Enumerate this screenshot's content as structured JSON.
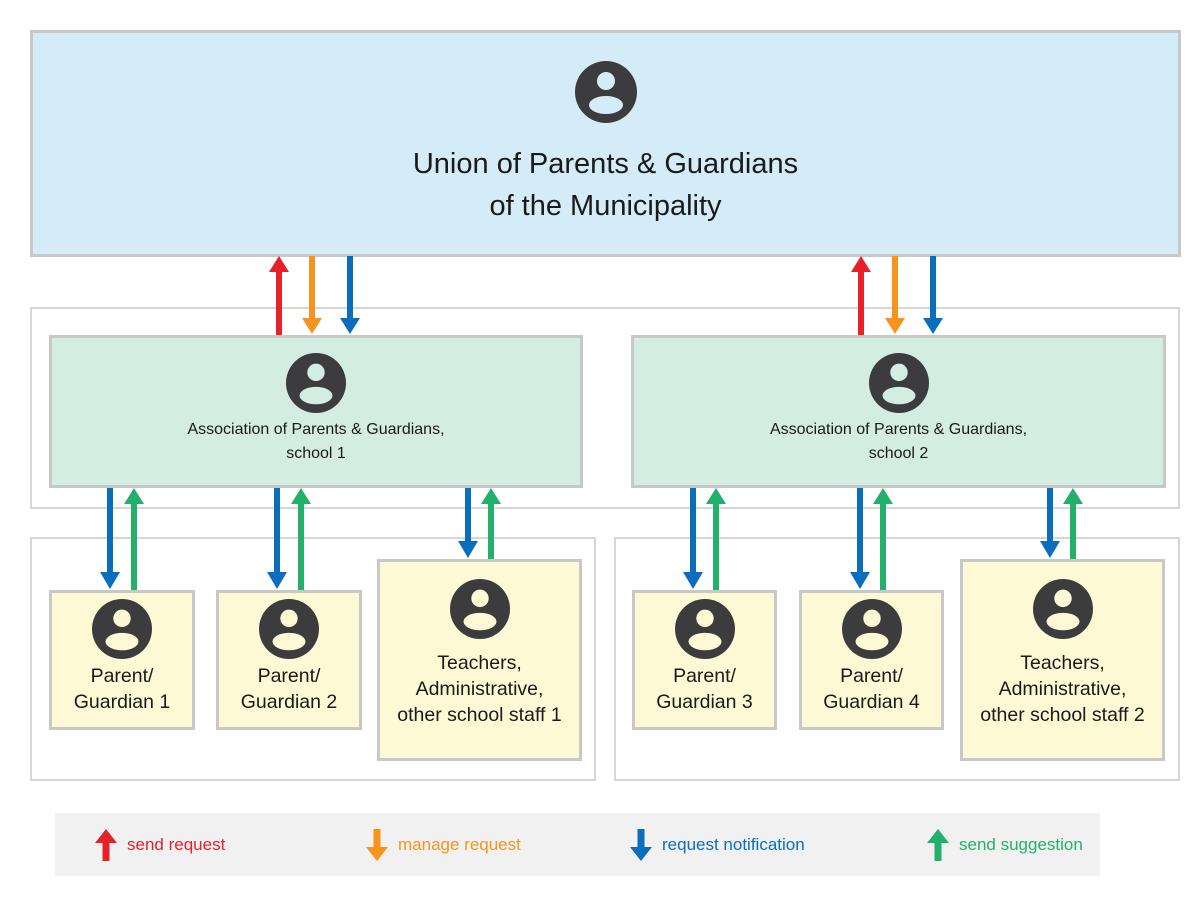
{
  "colors": {
    "send_request": "#e8202a",
    "manage_request": "#f7941d",
    "request_notification": "#0a6ebd",
    "send_suggestion": "#22b06a",
    "icon": "#3c3c3e"
  },
  "union": {
    "icon": "person-icon",
    "line1": "Union of Parents & Guardians",
    "line2": "of the Municipality"
  },
  "associations": [
    {
      "line1": "Association of Parents & Guardians,",
      "line2": "school 1",
      "icon": "person-icon"
    },
    {
      "line1": "Association of Parents & Guardians,",
      "line2": "school 2",
      "icon": "person-icon"
    }
  ],
  "members": [
    {
      "line1": "Parent/",
      "line2": "Guardian 1",
      "icon": "person-icon"
    },
    {
      "line1": "Parent/",
      "line2": "Guardian 2",
      "icon": "person-icon"
    },
    {
      "line1": "Teachers,",
      "line2": "Administrative,",
      "line3": "other school staff 1",
      "icon": "person-icon"
    },
    {
      "line1": "Parent/",
      "line2": "Guardian 3",
      "icon": "person-icon"
    },
    {
      "line1": "Parent/",
      "line2": "Guardian 4",
      "icon": "person-icon"
    },
    {
      "line1": "Teachers,",
      "line2": "Administrative,",
      "line3": "other school staff 2",
      "icon": "person-icon"
    }
  ],
  "legend": [
    {
      "label": "send request",
      "direction": "up",
      "color_key": "send_request"
    },
    {
      "label": "manage request",
      "direction": "down",
      "color_key": "manage_request"
    },
    {
      "label": "request notification",
      "direction": "down",
      "color_key": "request_notification"
    },
    {
      "label": "send suggestion",
      "direction": "up",
      "color_key": "send_suggestion"
    }
  ]
}
